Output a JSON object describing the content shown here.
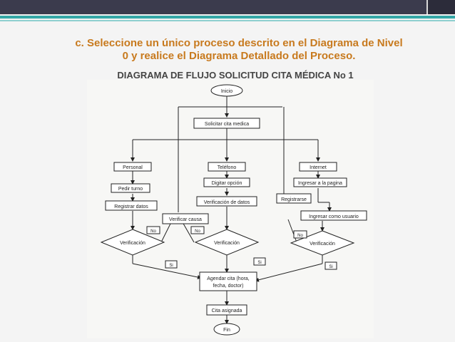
{
  "slide": {
    "title_line1": "c. Seleccione un único proceso descrito en el Diagrama de Nivel",
    "title_line2": "0 y realice el Diagrama Detallado del Proceso.",
    "subtitle": "DIAGRAMA DE FLUJO SOLICITUD CITA MÉDICA  No 1"
  },
  "diagram": {
    "nodes": {
      "inicio": "Inicio",
      "solicitar": "Solicitar cita medica",
      "personal": "Personal",
      "telefono": "Teléfono",
      "internet": "Internet",
      "pedir_turno": "Pedir turno",
      "digitar_opcion": "Digitar opción",
      "ingresar_pagina": "Ingresar a la pagina",
      "registrar_datos": "Registrar datos",
      "verificacion_datos": "Verificación de datos",
      "registrarse": "Registrarse",
      "ingresar_usuario": "Ingresar como usuario",
      "verificar_causa": "Verificar causa",
      "verificacion_1": "Verificación",
      "verificacion_2": "Verificación",
      "verificacion_3": "Verificación",
      "agendar_line1": "Agendar cita (hora,",
      "agendar_line2": "fecha, doctor)",
      "cita_asignada": "Cita asignada",
      "fin": "Fin"
    },
    "labels": {
      "no_1": "No",
      "no_2": "No",
      "no_3": "No",
      "si_1": "Si",
      "si_2": "Si",
      "si_3": "Si"
    }
  },
  "colors": {
    "title": "#c87a1e",
    "accent": "#34a7a7",
    "top_bar": "#3b3b4d"
  }
}
